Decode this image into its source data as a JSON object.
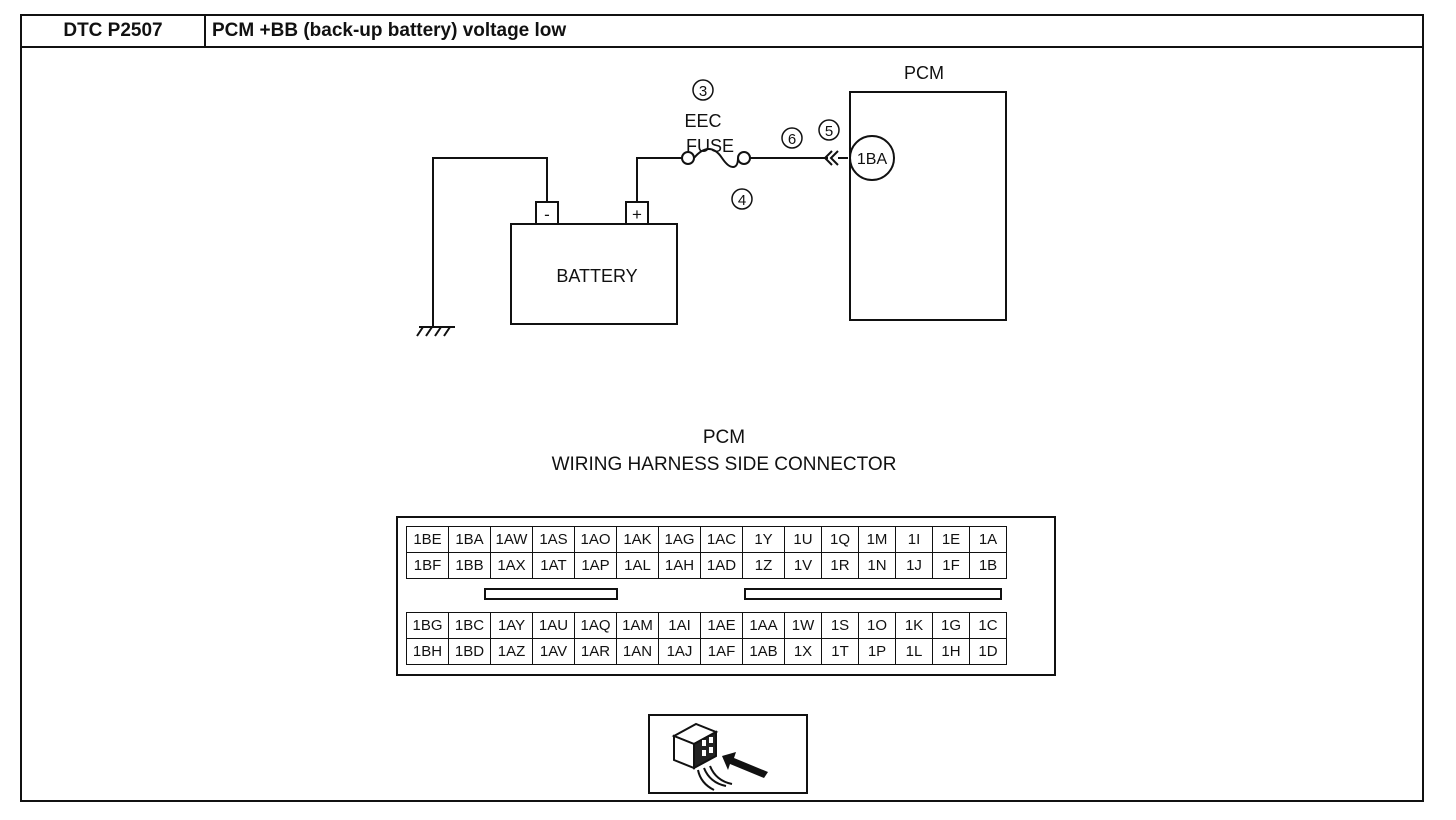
{
  "header": {
    "dtc_code": "DTC P2507",
    "title": "PCM +BB (back-up battery) voltage low"
  },
  "circuit": {
    "pcm_label": "PCM",
    "battery_label": "BATTERY",
    "battery_neg": "-",
    "battery_pos": "+",
    "fuse_label_line1": "EEC",
    "fuse_label_line2": "FUSE",
    "terminal_label": "1BA",
    "callouts": [
      "3",
      "4",
      "5",
      "6"
    ]
  },
  "connector": {
    "caption_line1": "PCM",
    "caption_line2": "WIRING HARNESS SIDE CONNECTOR",
    "top_rows": [
      [
        "1BE",
        "1BA",
        "1AW",
        "1AS",
        "1AO",
        "1AK",
        "1AG",
        "1AC",
        "1Y",
        "1U",
        "1Q",
        "1M",
        "1I",
        "1E",
        "1A"
      ],
      [
        "1BF",
        "1BB",
        "1AX",
        "1AT",
        "1AP",
        "1AL",
        "1AH",
        "1AD",
        "1Z",
        "1V",
        "1R",
        "1N",
        "1J",
        "1F",
        "1B"
      ]
    ],
    "bottom_rows": [
      [
        "1BG",
        "1BC",
        "1AY",
        "1AU",
        "1AQ",
        "1AM",
        "1AI",
        "1AE",
        "1AA",
        "1W",
        "1S",
        "1O",
        "1K",
        "1G",
        "1C"
      ],
      [
        "1BH",
        "1BD",
        "1AZ",
        "1AV",
        "1AR",
        "1AN",
        "1AJ",
        "1AF",
        "1AB",
        "1X",
        "1T",
        "1P",
        "1L",
        "1H",
        "1D"
      ]
    ]
  },
  "icon": {
    "name": "connector-probe-icon"
  }
}
